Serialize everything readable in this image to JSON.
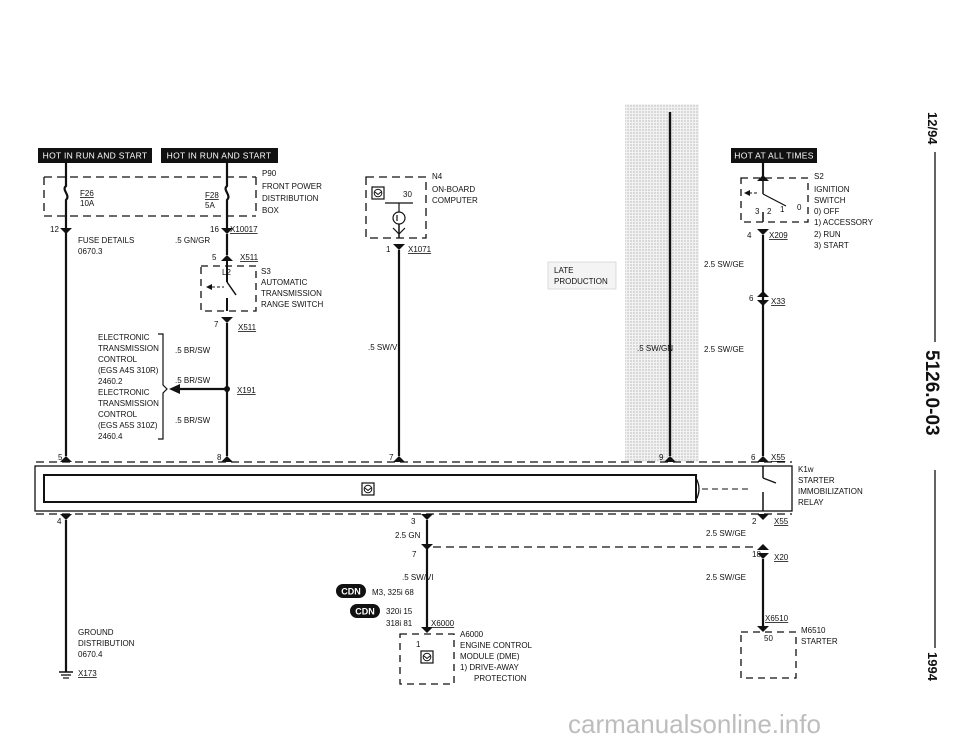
{
  "headers": {
    "left_1": "HOT IN RUN AND START",
    "left_2": "HOT IN RUN AND START",
    "right": "HOT AT ALL TIMES"
  },
  "fuses": {
    "f26_name": "F26",
    "f26_amp": "10A",
    "f28_name": "F28",
    "f28_amp": "5A"
  },
  "p90": {
    "id": "P90",
    "line1": "FRONT POWER",
    "line2": "DISTRIBUTION",
    "line3": "BOX"
  },
  "connectors": {
    "x10017": "X10017",
    "x10017_pin": "16",
    "pin12": "12",
    "x511_top": "X511",
    "x511_top_pin": "5",
    "x511_bottom": "X511",
    "x511_bottom_pin": "7",
    "x191": "X191",
    "x1071": "X1071",
    "x1071_pin": "1",
    "x209": "X209",
    "x209_pin": "4",
    "x33": "X33",
    "x33_pin": "6",
    "x55_top": "X55",
    "x55_top_pin": "6",
    "x55_bottom": "X55",
    "x55_bottom_pin": "2",
    "x20": "X20",
    "x20_pin": "18",
    "x6000": "X6000",
    "x6510": "X6510",
    "x173": "X173",
    "pin_5_left": "5",
    "pin_8": "8",
    "pin_7_mid": "7",
    "pin_9": "9",
    "pin_4_left": "4",
    "pin_3": "3",
    "pin_7_low": "7"
  },
  "fuse_details": {
    "line1": "FUSE DETAILS",
    "line2": "0670.3"
  },
  "wires": {
    "gn_gr": ".5 GN/GR",
    "br_sw_1": ".5 BR/SW",
    "br_sw_2": ".5 BR/SW",
    "br_sw_3": ".5 BR/SW",
    "sw_vi": ".5 SW/VI",
    "sw_gn": ".5 SW/GN",
    "sw_ge_1": "2.5 SW/GE",
    "sw_ge_2": "2.5 SW/GE",
    "gn_25": "2.5 GN",
    "sw_ge_3": "2.5 SW/GE",
    "sw_vi_low": ".5 SW/VI",
    "sw_ge_4": "2.5 SW/GE"
  },
  "s3": {
    "id": "S3",
    "l2": "L2",
    "line1": "AUTOMATIC",
    "line2": "TRANSMISSION",
    "line3": "RANGE SWITCH"
  },
  "etc": {
    "l1": "ELECTRONIC",
    "l2": "TRANSMISSION",
    "l3": "CONTROL",
    "l4": "(EGS A4S 310R)",
    "l5": "2460.2",
    "l6": "ELECTRONIC",
    "l7": "TRANSMISSION",
    "l8": "CONTROL",
    "l9": "(EGS A5S 310Z)",
    "l10": "2460.4"
  },
  "n4": {
    "id": "N4",
    "pin": "30",
    "line1": "ON-BOARD",
    "line2": "COMPUTER"
  },
  "late_production": {
    "line1": "LATE",
    "line2": "PRODUCTION"
  },
  "s2": {
    "id": "S2",
    "line1": "IGNITION",
    "line2": "SWITCH",
    "pos0": "0) OFF",
    "pos1": "1) ACCESSORY",
    "pos2": "2) RUN",
    "pos3": "3) START",
    "n3": "3",
    "n2": "2",
    "n1": "1",
    "n0": "0"
  },
  "k1w": {
    "id": "K1w",
    "line1": "STARTER",
    "line2": "IMMOBILIZATION",
    "line3": "RELAY"
  },
  "cdn": {
    "badge": "CDN",
    "row1": "M3, 325i  68",
    "row2_a": "320i  15",
    "row2_b": "318i  81"
  },
  "a6000": {
    "id": "A6000",
    "pin": "1",
    "line1": "ENGINE CONTROL",
    "line2": "MODULE (DME)",
    "line3": "1)  DRIVE-AWAY",
    "line4": "PROTECTION"
  },
  "m6510": {
    "id": "M6510",
    "pin": "50",
    "line1": "STARTER"
  },
  "ground": {
    "line1": "GROUND",
    "line2": "DISTRIBUTION",
    "line3": "0670.4"
  },
  "margin": {
    "date": "12/94",
    "code": "5126.0-03",
    "year": "1994"
  },
  "watermark": "carmanualsonline.info"
}
